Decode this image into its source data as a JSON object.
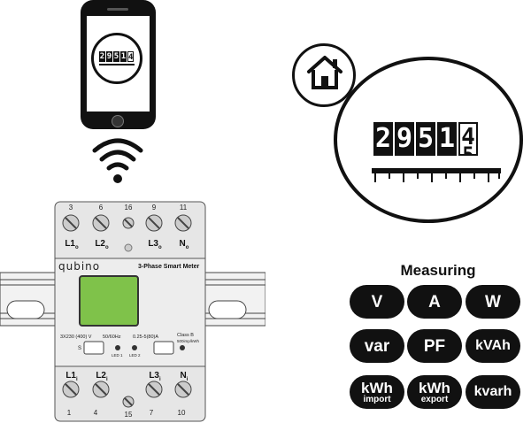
{
  "phone": {
    "digits": [
      "2",
      "9",
      "5",
      "1",
      "4"
    ]
  },
  "meter": {
    "brand": "qubino",
    "product": "3-Phase Smart Meter",
    "top_terminals": [
      "3",
      "6",
      "16",
      "9",
      "11"
    ],
    "top_phases": [
      "L1",
      "L2",
      "L3",
      "N"
    ],
    "top_phase_sub": "o",
    "bottom_terminals": [
      "1",
      "4",
      "15",
      "7",
      "10"
    ],
    "bottom_phases": [
      "L1",
      "L2",
      "L3",
      "N"
    ],
    "bottom_phase_sub": "i",
    "spec_voltage": "3X230 (400) V",
    "spec_freq": "50/60Hz",
    "spec_current": "0.25-5(80)A",
    "spec_class": "Class B",
    "spec_imp": "500imp/kWh",
    "s_button": "S",
    "led1": "LED 1",
    "led2": "LED 2"
  },
  "magnifier": {
    "digits": [
      "2",
      "9",
      "5",
      "1",
      "4"
    ],
    "next_digit": "5"
  },
  "measuring": {
    "title": "Measuring",
    "badges": [
      {
        "main": "V",
        "sub": ""
      },
      {
        "main": "A",
        "sub": ""
      },
      {
        "main": "W",
        "sub": ""
      },
      {
        "main": "var",
        "sub": ""
      },
      {
        "main": "PF",
        "sub": ""
      },
      {
        "main": "kVAh",
        "sub": ""
      },
      {
        "main": "kWh",
        "sub": "import"
      },
      {
        "main": "kWh",
        "sub": "export"
      },
      {
        "main": "kvarh",
        "sub": ""
      }
    ]
  },
  "colors": {
    "ink": "#111111",
    "meter_body": "#e6e6e6",
    "lcd": "#7fc24a",
    "rail": "#f2f2f2"
  },
  "icons": [
    "smartphone-icon",
    "wifi-icon",
    "house-icon",
    "screw-terminal-icon"
  ]
}
